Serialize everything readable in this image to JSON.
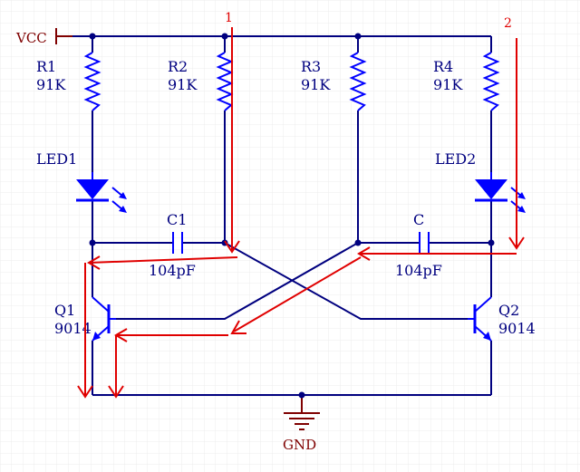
{
  "colors": {
    "background": "#ffffff",
    "grid": "#ececec",
    "wire": "#00007f",
    "component": "#0000ff",
    "power": "#7f0000",
    "annotation": "#e00000",
    "label": "#000080",
    "junction": "#00007f"
  },
  "power": {
    "vcc_label": "VCC",
    "gnd_label": "GND"
  },
  "resistors": [
    {
      "ref": "R1",
      "value": "91K"
    },
    {
      "ref": "R2",
      "value": "91K"
    },
    {
      "ref": "R3",
      "value": "91K"
    },
    {
      "ref": "R4",
      "value": "91K"
    }
  ],
  "leds": [
    {
      "ref": "LED1"
    },
    {
      "ref": "LED2"
    }
  ],
  "capacitors": [
    {
      "ref": "C1",
      "value": "104pF"
    },
    {
      "ref": "C",
      "value": "104pF"
    }
  ],
  "transistors": [
    {
      "ref": "Q1",
      "value": "9014"
    },
    {
      "ref": "Q2",
      "value": "9014"
    }
  ],
  "annotations": [
    {
      "label": "1"
    },
    {
      "label": "2"
    }
  ]
}
